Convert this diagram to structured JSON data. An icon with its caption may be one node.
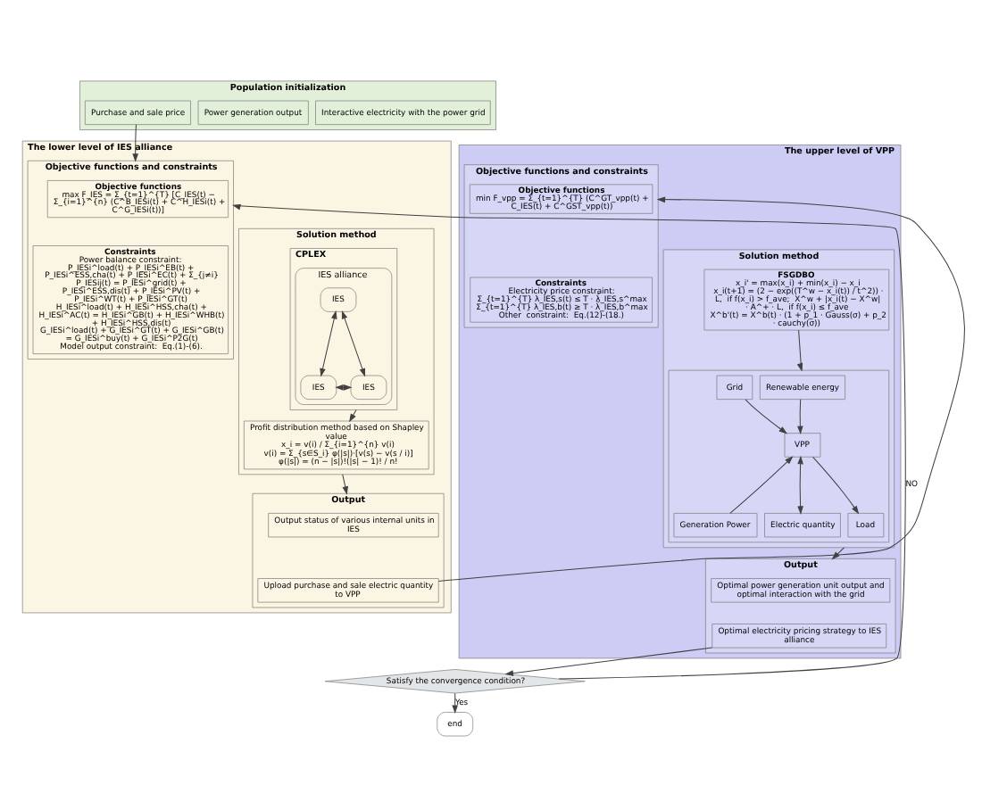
{
  "diagram": {
    "nodes": [
      {
        "text": [
          "Population initialization"
        ]
      },
      {
        "text": [
          "Purchase and sale price"
        ],
        "in": 0
      },
      {
        "text": [
          "Power generation output"
        ],
        "in": 0
      },
      {
        "text": [
          "Interactive electricity with the power grid"
        ],
        "in": 0
      },
      {
        "text": [
          "The lower level of IES alliance"
        ]
      },
      {
        "text": [
          "Objective functions and constraints"
        ],
        "in": 4
      },
      {
        "text": [
          "Objective functions",
          "max F_IES = Σ_{t=1}^{T} [C_IES(t) − Σ_{i=1}^{n} (C^B_IESi(t) + C^H_IESi(t) + C^G_IESi(t))]"
        ],
        "in": 5
      },
      {
        "text": [
          "Constraints",
          "Power balance constraint:",
          "P_IESi^load(t) + P_IESi^EB(t) + P_IESi^ESS,cha(t) + P_IESi^EC(t) + Σ_{j≠i} P_IESij(t) = P_IESi^grid(t) + P_IESi^ESS,dis(t) + P_IESi^PV(t) + P_IESi^WT(t) + P_IESi^GT(t)",
          "H_IESi^load(t) + H_IESi^HSS,cha(t) + H_IESi^AC(t) = H_IESi^GB(t) + H_IESi^WHB(t) + H_IESi^HSS,dis(t)",
          "G_IESi^load(t) + G_IESi^GT(t) + G_IESi^GB(t) = G_IESi^buy(t) + G_IESi^P2G(t)",
          "Model output constraint:  Eq.(1)-(6)."
        ],
        "in": 5
      },
      {
        "text": [
          "Solution method"
        ],
        "in": 4
      },
      {
        "text": [
          "CPLEX"
        ],
        "in": 8
      },
      {
        "text": [
          "IES alliance"
        ],
        "in": 9
      },
      {
        "text": [
          "IES"
        ],
        "in": 10
      },
      {
        "text": [
          "IES"
        ],
        "in": 10
      },
      {
        "text": [
          "IES"
        ],
        "in": 10
      },
      {
        "text": [
          "Profit distribution method based on Shapley value",
          "x_i = v(i) / Σ_{i=1}^{n} v(i)",
          "v(i) = Σ_{s∈S_i} φ(|s|)·[v(s) − v(s / i)]",
          "φ(|s|) = (n − |s|)!(|s| − 1)! / n!"
        ],
        "in": 8
      },
      {
        "text": [
          "Output"
        ],
        "in": 4
      },
      {
        "text": [
          "Output status of various internal units in IES"
        ],
        "in": 15
      },
      {
        "text": [
          "Upload purchase and sale electric quantity to VPP"
        ],
        "in": 15
      },
      {
        "text": [
          "The upper level of VPP"
        ]
      },
      {
        "text": [
          "Objective functions and constraints"
        ],
        "in": 18
      },
      {
        "text": [
          "Objective functions",
          "min F_vpp = Σ_{t=1}^{T} (C^GT_vpp(t) + C_IES(t) + C^GST_vpp(t))"
        ],
        "in": 19
      },
      {
        "text": [
          "Constraints",
          "Electricity price constraint:",
          "Σ_{t=1}^{T} λ_IES,s(t) ≤ T · λ̄_IES,s^max",
          "Σ_{t=1}^{T} λ_IES,b(t) ≥ T · λ̄_IES,b^max",
          "Other  constraint:  Eq.(12)-(18.)"
        ],
        "in": 19
      },
      {
        "text": [
          "Solution method"
        ],
        "in": 18
      },
      {
        "text": [
          "FSGDBO",
          "x_i' = max(x_i) + min(x_i) − x_i",
          "x_i(t+1) = (2 − exp((T^w − x_i(t)) / t^2)) · L,  if f(x_i) > f_ave;  X^w + |x_i(t) − X^w| · A^+ · L,  if f(x_i) ≤ f_ave",
          "X^b'(t) = X^b(t) · (1 + p_1 · Gauss(σ) + p_2 · cauchy(σ))"
        ],
        "in": 22
      },
      {
        "text": [],
        "shape": "box",
        "in": 22
      },
      {
        "text": [
          "Renewable energy"
        ],
        "in": 24
      },
      {
        "text": [
          "Grid"
        ],
        "in": 24
      },
      {
        "text": [
          "VPP"
        ],
        "in": 24
      },
      {
        "text": [
          "Generation Power"
        ],
        "in": 24
      },
      {
        "text": [
          "Electric quantity"
        ],
        "in": 24
      },
      {
        "text": [
          "Load"
        ],
        "in": 24
      },
      {
        "text": [
          "Output"
        ],
        "in": 18
      },
      {
        "text": [
          "Optimal power generation unit output and optimal interaction with the grid"
        ],
        "in": 31
      },
      {
        "text": [
          "Optimal electricity pricing strategy to IES alliance"
        ],
        "in": 31
      },
      {
        "text": [
          "Satisfy the convergence condition?"
        ]
      },
      {
        "text": [
          "end"
        ]
      }
    ],
    "edges": [
      {
        "from": 1,
        "to": 5,
        "arrow": "to"
      },
      {
        "from": 11,
        "to": 12,
        "arrow": "both"
      },
      {
        "from": 11,
        "to": 13,
        "arrow": "both"
      },
      {
        "from": 12,
        "to": 13,
        "arrow": "both"
      },
      {
        "from": 9,
        "to": 14,
        "arrow": "to"
      },
      {
        "from": 8,
        "to": 15,
        "arrow": "to"
      },
      {
        "from": 17,
        "to": 19,
        "arrow": "to"
      },
      {
        "from": 25,
        "to": 27,
        "arrow": "to"
      },
      {
        "from": 26,
        "to": 27,
        "arrow": "to"
      },
      {
        "from": 28,
        "to": 27,
        "arrow": "to"
      },
      {
        "from": 27,
        "to": 29,
        "arrow": "both"
      },
      {
        "from": 27,
        "to": 30,
        "arrow": "to"
      },
      {
        "from": 23,
        "to": 24,
        "arrow": "to"
      },
      {
        "from": 22,
        "to": 31,
        "arrow": "to"
      },
      {
        "from": 33,
        "to": 34,
        "arrow": "to"
      },
      {
        "from": 34,
        "to": 35,
        "label": "Yes",
        "arrow": "to"
      },
      {
        "from": 34,
        "to": 5,
        "label": "NO",
        "arrow": "to"
      }
    ]
  }
}
